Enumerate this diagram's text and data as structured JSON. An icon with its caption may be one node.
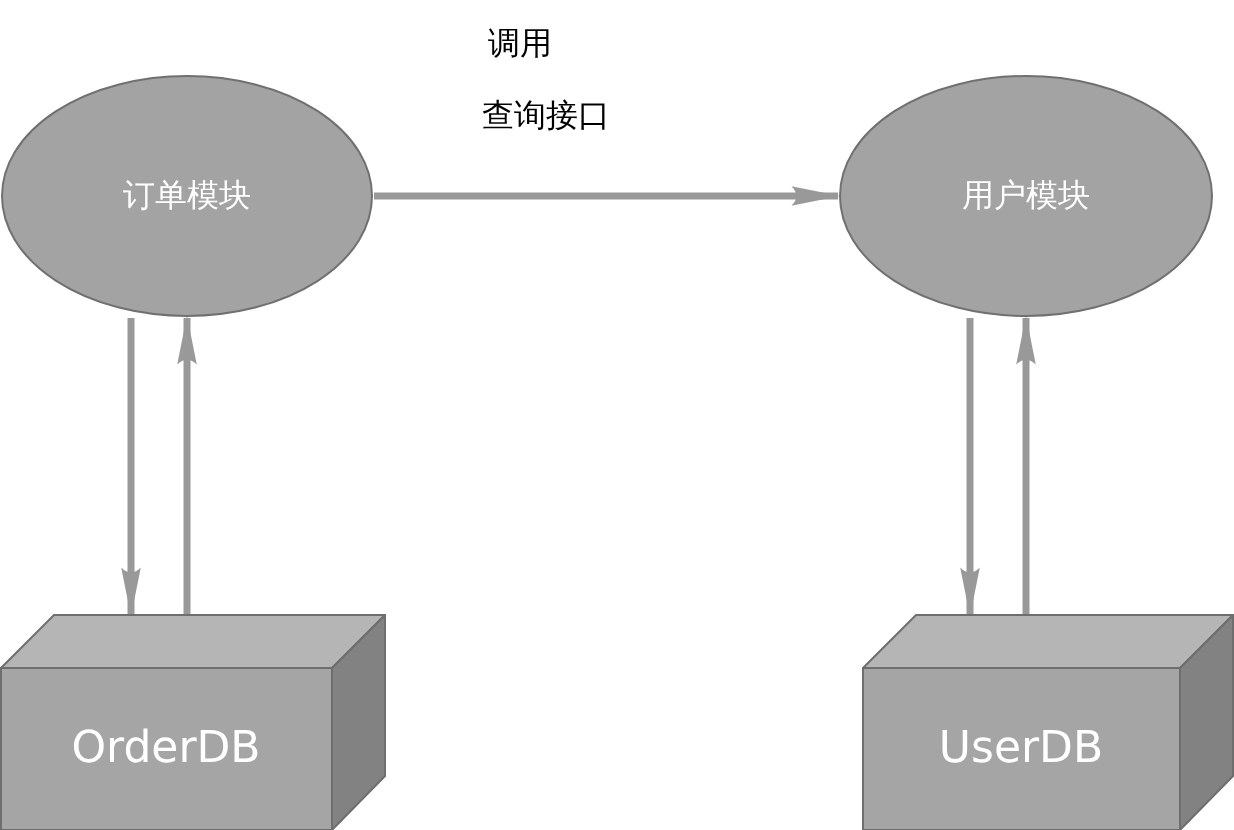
{
  "diagram": {
    "nodes": [
      {
        "text": [
          "订单模块"
        ]
      },
      {
        "text": [
          "用户模块"
        ]
      },
      {
        "text": [
          "OrderDB"
        ]
      },
      {
        "text": [
          "UserDB"
        ]
      }
    ],
    "edges": [
      {
        "from": 0,
        "to": 1,
        "arrow": "to",
        "label": "查询接口"
      },
      {
        "from": 0,
        "to": 2,
        "arrow": "to"
      },
      {
        "from": 2,
        "to": 0,
        "arrow": "to"
      },
      {
        "from": 1,
        "to": 3,
        "arrow": "to"
      },
      {
        "from": 3,
        "to": 1,
        "arrow": "to"
      }
    ],
    "labels": [
      "调用"
    ]
  }
}
